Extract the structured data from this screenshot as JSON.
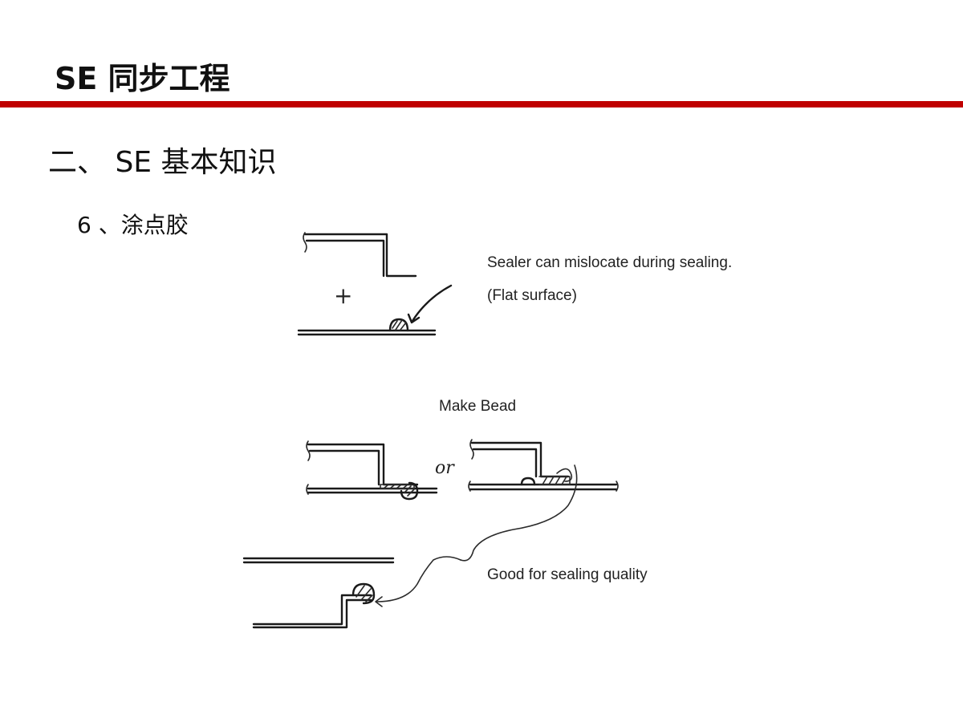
{
  "header": {
    "title": "SE 同步工程",
    "accent_color": "#c00000"
  },
  "section": {
    "heading": "二、 SE 基本知识",
    "subheading": "6 、涂点胶"
  },
  "figure": {
    "top_diagram": {
      "caption_line1": "Sealer can mislocate during sealing.",
      "caption_line2": "(Flat surface)",
      "plus_sign": "+"
    },
    "bottom_diagram": {
      "make_bead_label": "Make Bead",
      "or_label": "or",
      "good_caption": "Good for sealing quality"
    }
  }
}
